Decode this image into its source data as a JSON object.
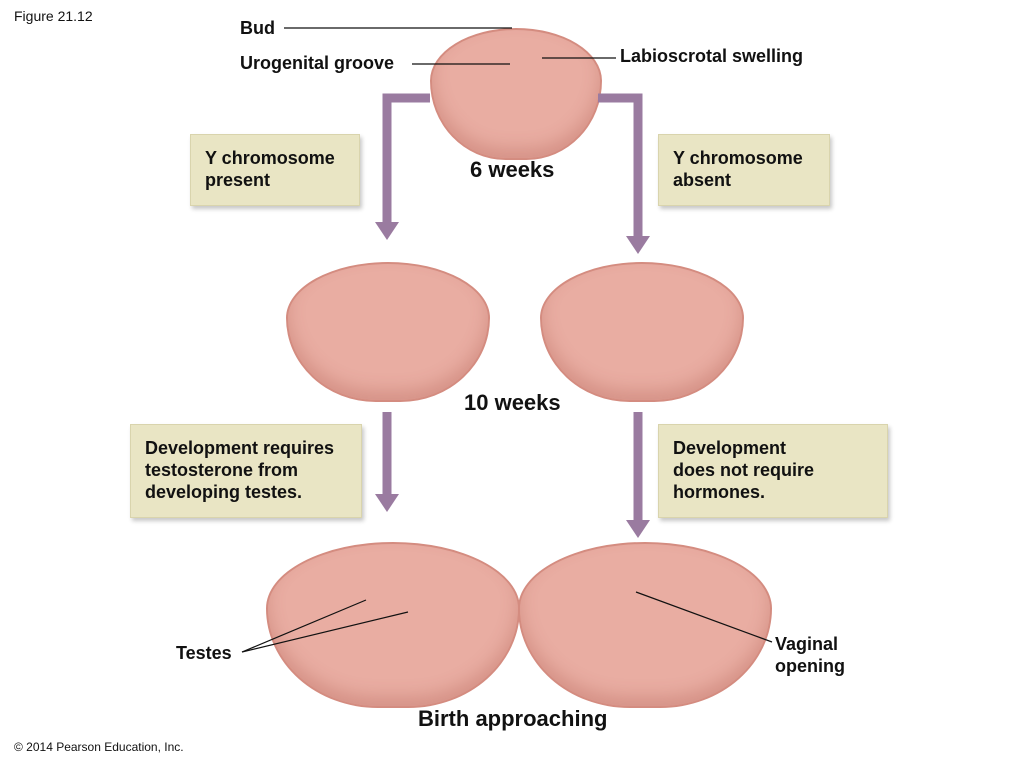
{
  "figure_label": "Figure 21.12",
  "copyright": "© 2014 Pearson Education, Inc.",
  "labels": {
    "bud": "Bud",
    "urogenital_groove": "Urogenital groove",
    "labioscrotal_swelling": "Labioscrotal swelling",
    "testes": "Testes",
    "vaginal_opening": [
      "Vaginal",
      "opening"
    ]
  },
  "stages": {
    "six_weeks": "6 weeks",
    "ten_weeks": "10 weeks",
    "birth": "Birth approaching"
  },
  "boxes": {
    "y_present": [
      "Y chromosome",
      "present"
    ],
    "y_absent": [
      "Y chromosome",
      "absent"
    ],
    "male_dev": [
      "Development requires",
      "testosterone from",
      "developing testes."
    ],
    "female_dev": [
      "Development",
      "does not require",
      "hormones."
    ]
  },
  "colors": {
    "arrow": "#9a7ba0",
    "box": "#e9e5c4",
    "tissue": "#e9ada2"
  }
}
